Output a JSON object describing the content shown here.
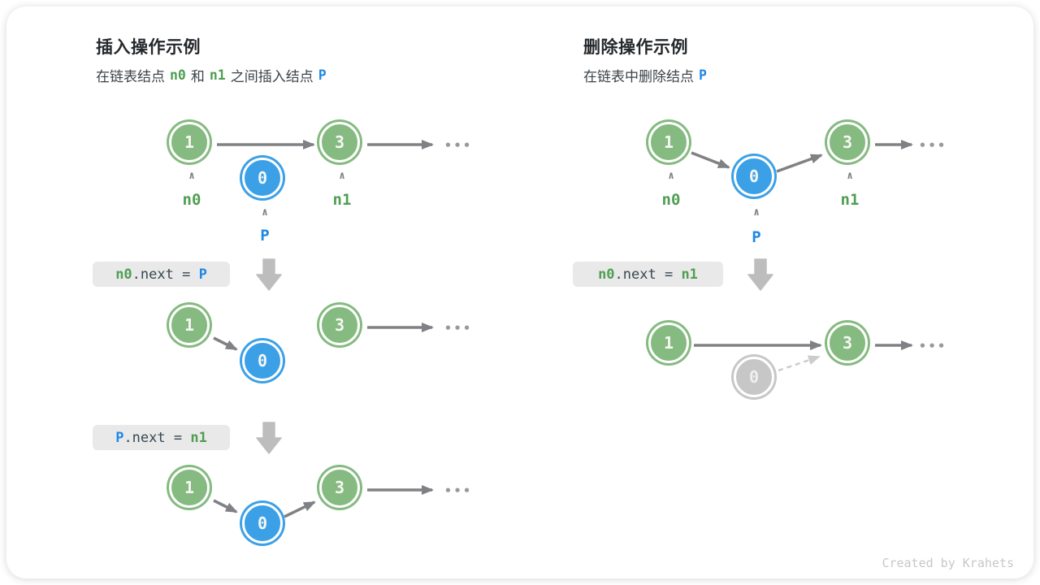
{
  "colors": {
    "node_green": "#85ba80",
    "node_blue": "#3ca0e6",
    "node_gray": "#c7c7c7",
    "label_green": "#4f9e53",
    "label_blue": "#1e88e5",
    "arrow_gray": "#7f8184",
    "dashed_arrow_gray": "#cccccc",
    "codebox_bg": "#e9e9e9",
    "block_arrow_gray": "#bdbdbd"
  },
  "nodes": {
    "first": "1",
    "inserted": "0",
    "third": "3"
  },
  "left": {
    "title": "插入操作示例",
    "subtitle": {
      "t1": "在链表结点",
      "v1": "n0",
      "t2": "和",
      "v2": "n1",
      "t3": "之间插入结点",
      "v3": "P"
    },
    "code1": {
      "a": "n0",
      "mid": ".next = ",
      "c": "P"
    },
    "code2": {
      "a": "P",
      "mid": ".next = ",
      "c": "n1"
    },
    "labels": {
      "n0": "n0",
      "n1": "n1",
      "p": "P"
    }
  },
  "right": {
    "title": "删除操作示例",
    "subtitle": {
      "t1": "在链表中删除结点",
      "v1": "P"
    },
    "code1": {
      "a": "n0",
      "mid": ".next = ",
      "c": "n1"
    },
    "labels": {
      "n0": "n0",
      "n1": "n1",
      "p": "P"
    }
  },
  "misc": {
    "dots": "•••",
    "caret": "∧",
    "credit": "Created by Krahets"
  }
}
